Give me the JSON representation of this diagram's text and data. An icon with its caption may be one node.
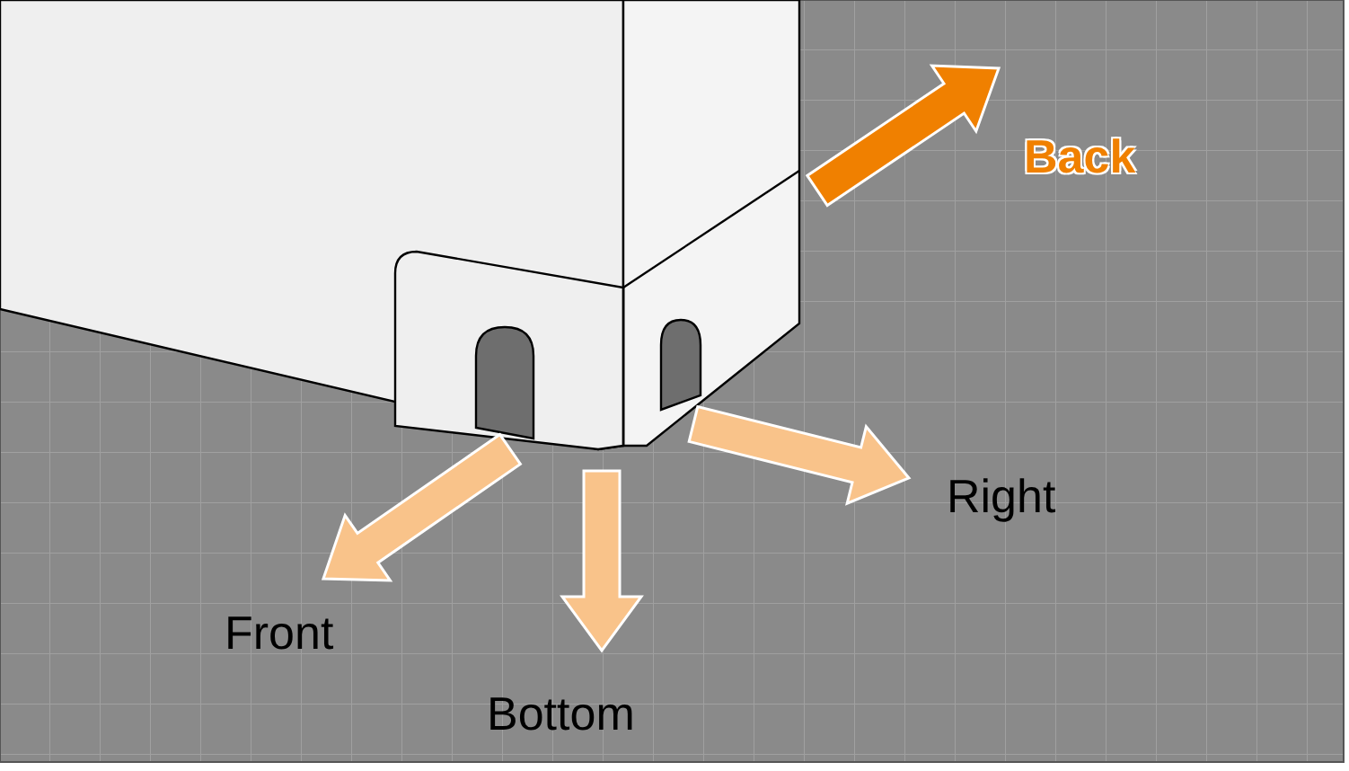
{
  "diagram": {
    "labels": [
      "Back",
      "Right",
      "Front",
      "Bottom"
    ]
  }
}
